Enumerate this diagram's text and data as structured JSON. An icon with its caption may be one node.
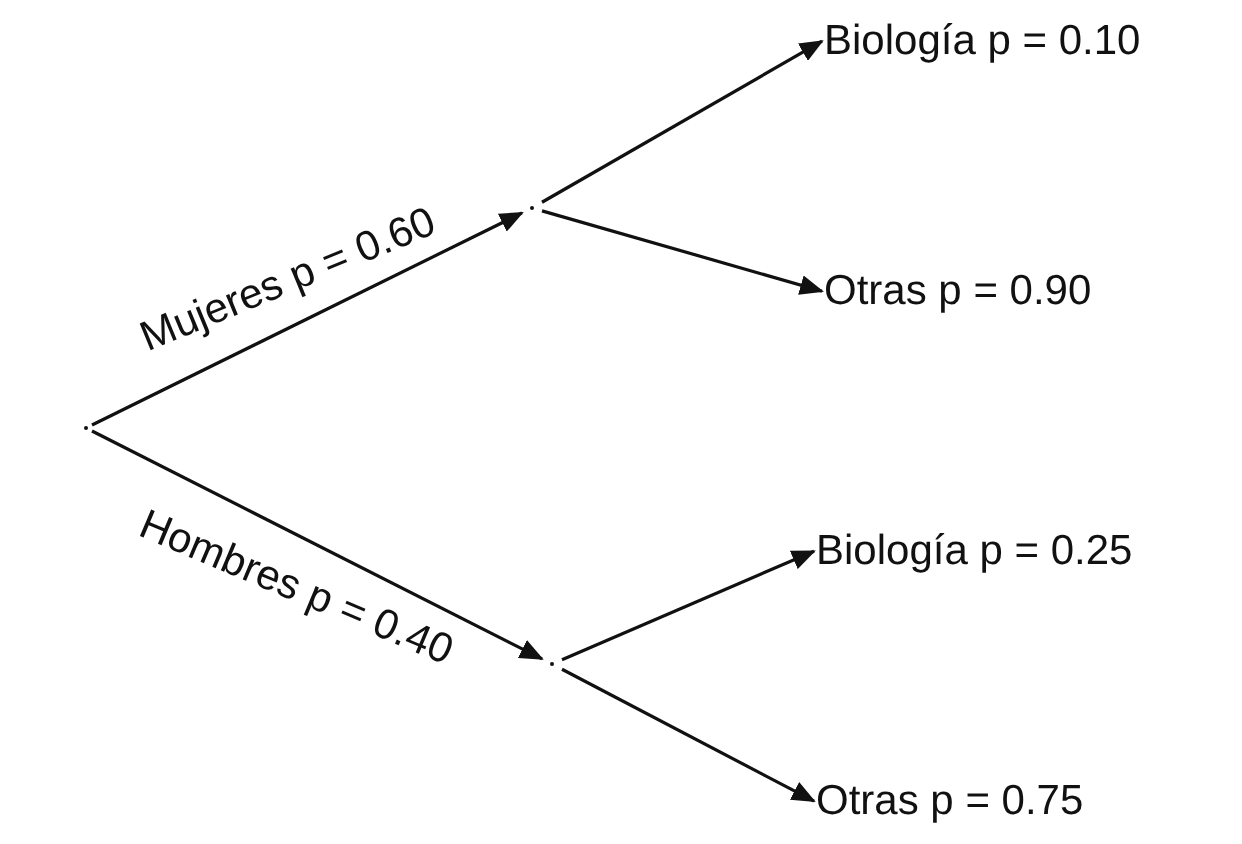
{
  "diagram": {
    "nodes": [
      {
        "text": [],
        "shape": "point"
      },
      {
        "text": [],
        "shape": "point"
      },
      {
        "text": [],
        "shape": "point"
      },
      {
        "text": [
          "Biología p = 0.10"
        ]
      },
      {
        "text": [
          "Otras p = 0.90"
        ]
      },
      {
        "text": [
          "Biología p = 0.25"
        ]
      },
      {
        "text": [
          "Otras p = 0.75"
        ]
      }
    ],
    "edges": [
      {
        "from": 0,
        "to": 1,
        "arrow": "to",
        "label": "Mujeres p = 0.60"
      },
      {
        "from": 0,
        "to": 2,
        "arrow": "to",
        "label": "Hombres p = 0.40"
      },
      {
        "from": 1,
        "to": 3,
        "arrow": "to"
      },
      {
        "from": 1,
        "to": 4,
        "arrow": "to"
      },
      {
        "from": 2,
        "to": 5,
        "arrow": "to"
      },
      {
        "from": 2,
        "to": 6,
        "arrow": "to"
      }
    ]
  }
}
